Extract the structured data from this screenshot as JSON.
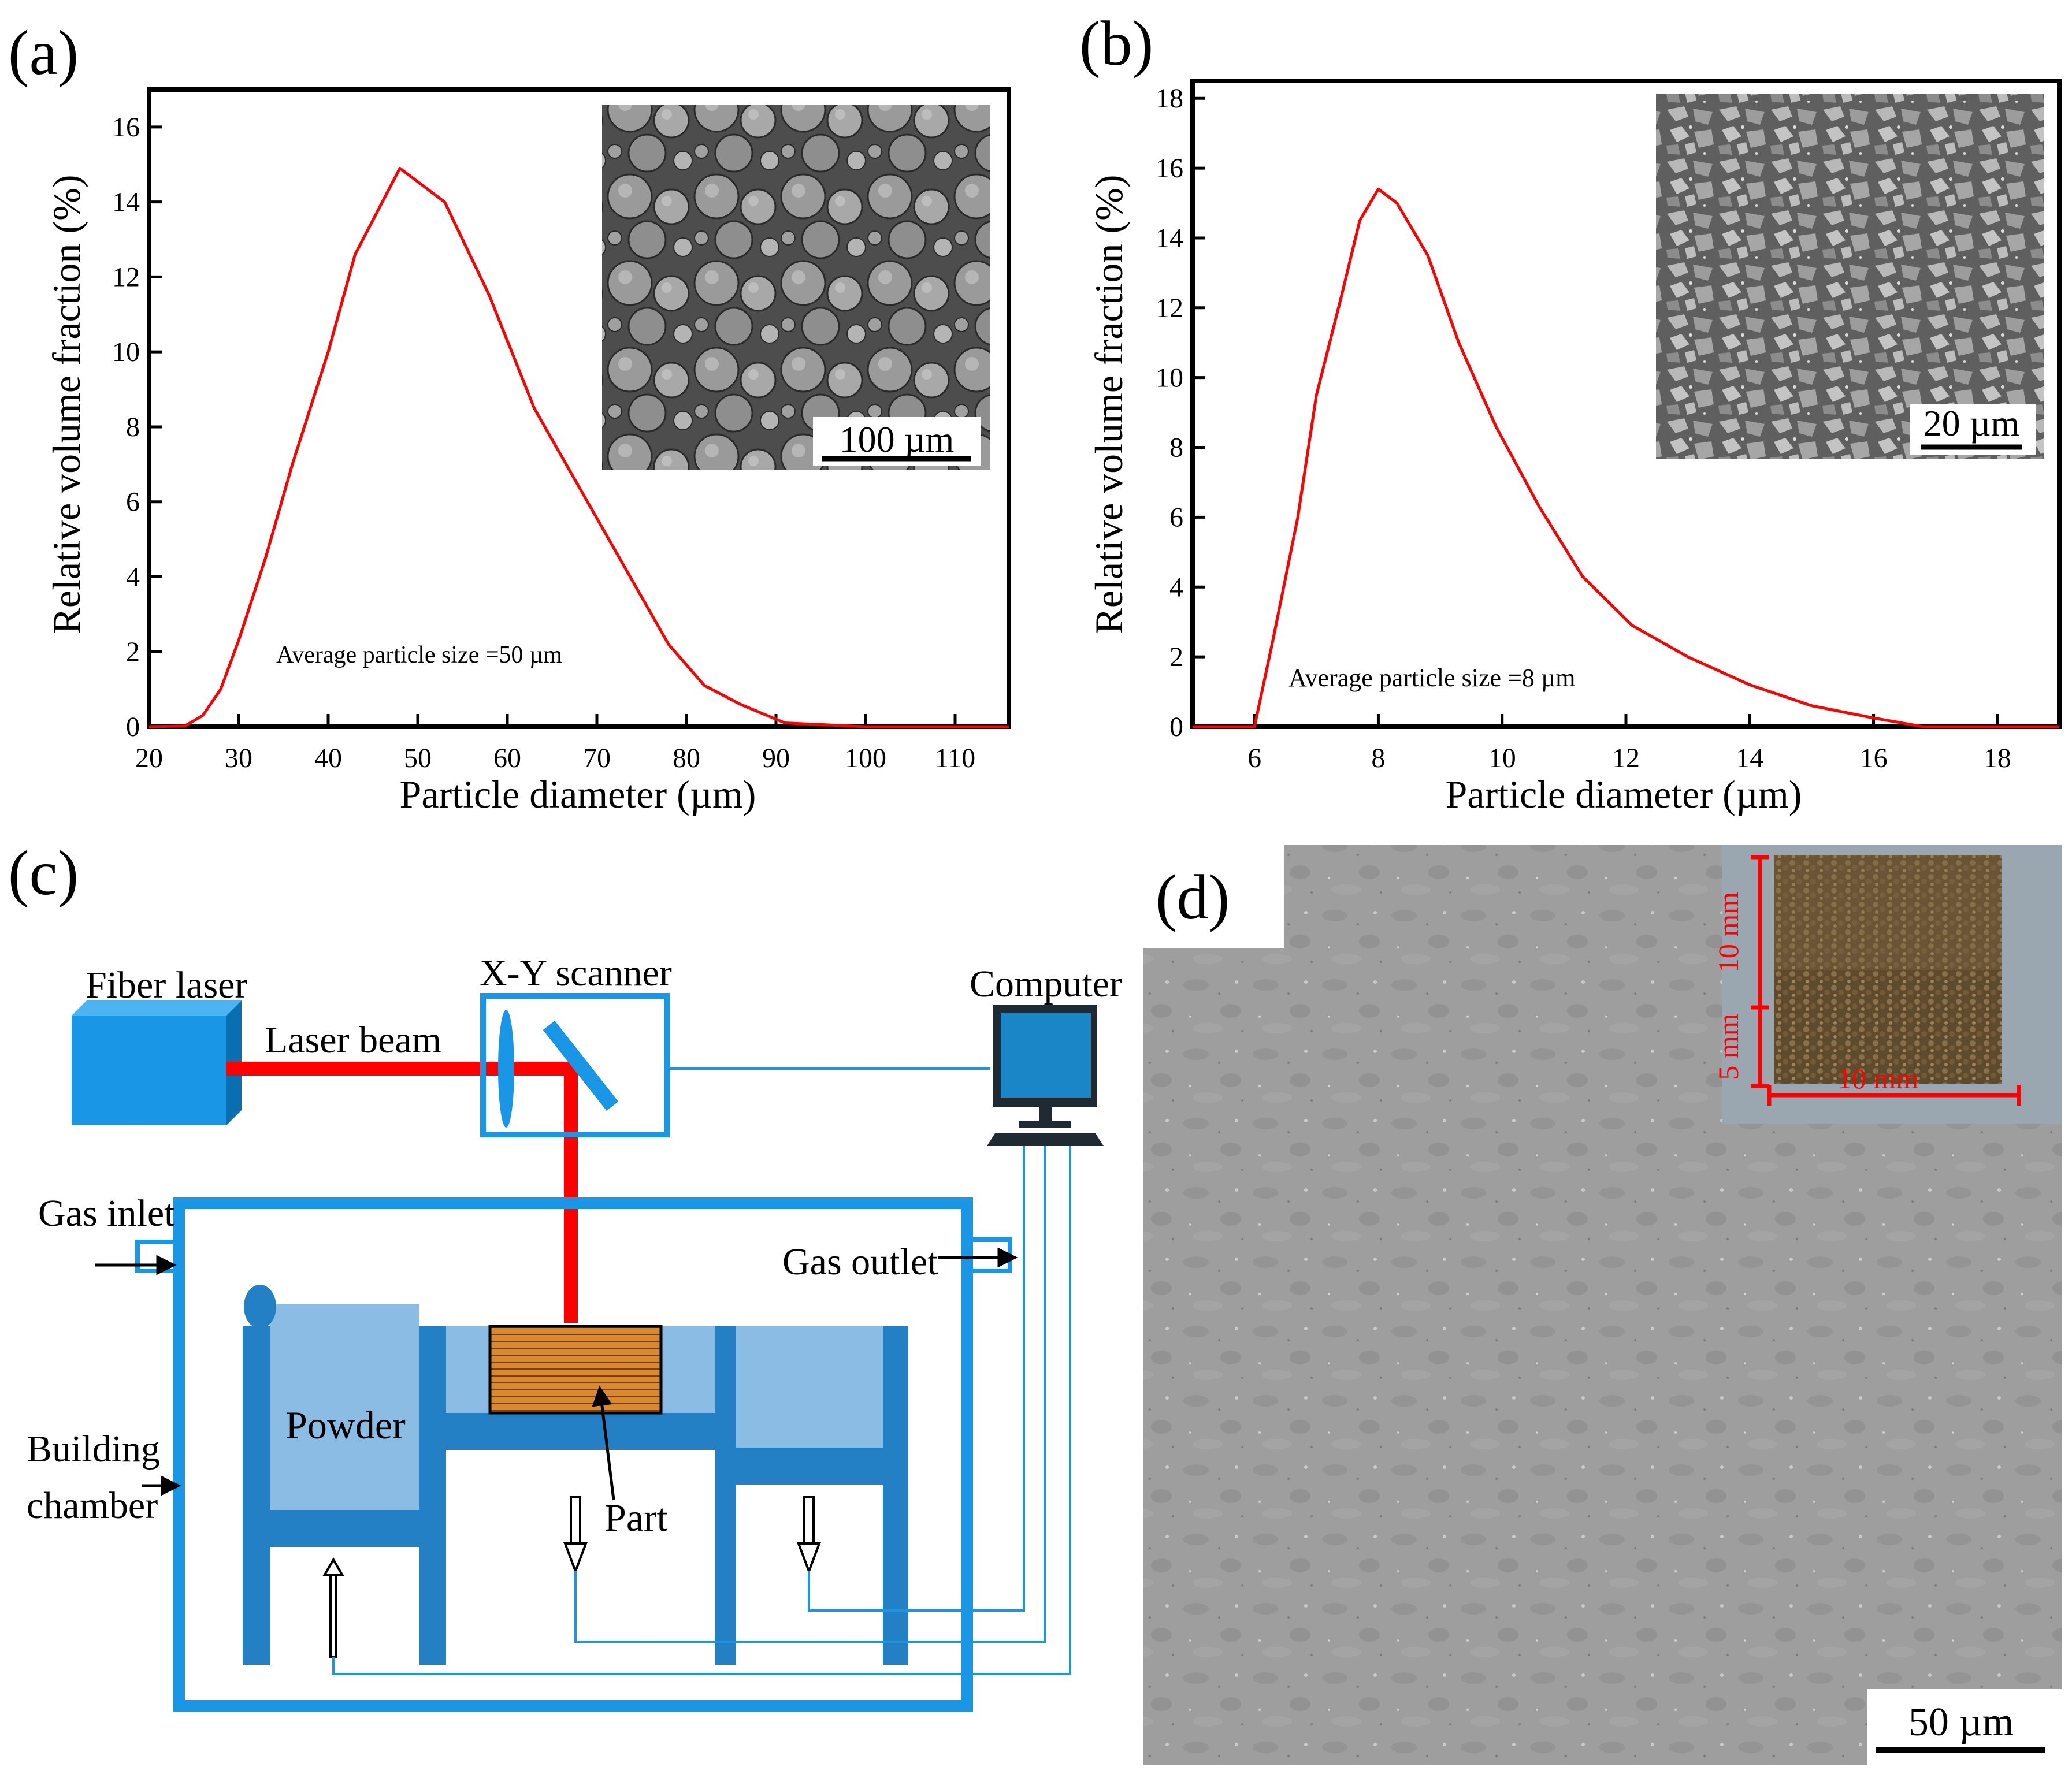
{
  "panels": {
    "a": {
      "label": "(a)"
    },
    "b": {
      "label": "(b)"
    },
    "c": {
      "label": "(c)"
    },
    "d": {
      "label": "(d)"
    }
  },
  "chart_data": [
    {
      "type": "line",
      "panel": "(a)",
      "xlabel": "Particle diameter (µm)",
      "ylabel": "Relative volume fraction (%)",
      "xlim": [
        20,
        116
      ],
      "ylim": [
        0,
        17
      ],
      "xticks": [
        20,
        30,
        40,
        50,
        60,
        70,
        80,
        90,
        100,
        110
      ],
      "yticks": [
        0,
        2,
        4,
        6,
        8,
        10,
        12,
        14,
        16
      ],
      "annotation": "Average particle size =50 µm",
      "inset_scale_bar": "100 µm",
      "color": "#ff0000",
      "series": [
        {
          "x": [
            20,
            24,
            26,
            28,
            30,
            33,
            36,
            40,
            43,
            48,
            53,
            58,
            63,
            68,
            73,
            78,
            82,
            86,
            91,
            100,
            116
          ],
          "y": [
            0.0,
            0.02,
            0.3,
            1.0,
            2.3,
            4.5,
            7.0,
            10.0,
            12.6,
            14.9,
            14.0,
            11.5,
            8.5,
            6.4,
            4.3,
            2.2,
            1.1,
            0.6,
            0.1,
            0.0,
            0.0
          ]
        }
      ]
    },
    {
      "type": "line",
      "panel": "(b)",
      "xlabel": "Particle diameter (µm)",
      "ylabel": "Relative volume fraction (%)",
      "xlim": [
        5,
        19
      ],
      "ylim": [
        0,
        18.5
      ],
      "xticks": [
        6,
        8,
        10,
        12,
        14,
        16,
        18
      ],
      "yticks": [
        0,
        2,
        4,
        6,
        8,
        10,
        12,
        14,
        16,
        18
      ],
      "annotation": "Average particle size =8 µm",
      "inset_scale_bar": "20 µm",
      "color": "#ff0000",
      "series": [
        {
          "x": [
            5,
            6.0,
            6.3,
            6.7,
            7.0,
            7.4,
            7.7,
            8.0,
            8.3,
            8.8,
            9.3,
            9.9,
            10.6,
            11.3,
            12.1,
            13.0,
            14.0,
            15.0,
            16.0,
            16.8,
            19.0
          ],
          "y": [
            0.0,
            0.0,
            2.5,
            6.0,
            9.5,
            12.3,
            14.5,
            15.4,
            15.0,
            13.5,
            11.0,
            8.6,
            6.3,
            4.3,
            2.9,
            2.0,
            1.2,
            0.6,
            0.25,
            0.0,
            0.0
          ]
        }
      ]
    }
  ],
  "schematic": {
    "fiber_laser": "Fiber laser",
    "laser_beam": "Laser beam",
    "xy_scanner": "X-Y scanner",
    "computer": "Computer",
    "gas_inlet": "Gas inlet",
    "gas_outlet": "Gas outlet",
    "building_chamber_line1": "Building",
    "building_chamber_line2": "chamber",
    "powder": "Powder",
    "part": "Part"
  },
  "micrograph": {
    "scale_bar": "50 µm",
    "inset_dim_height_top": "10 mm",
    "inset_dim_height_bottom": "5 mm",
    "inset_dim_width": "10 mm"
  }
}
